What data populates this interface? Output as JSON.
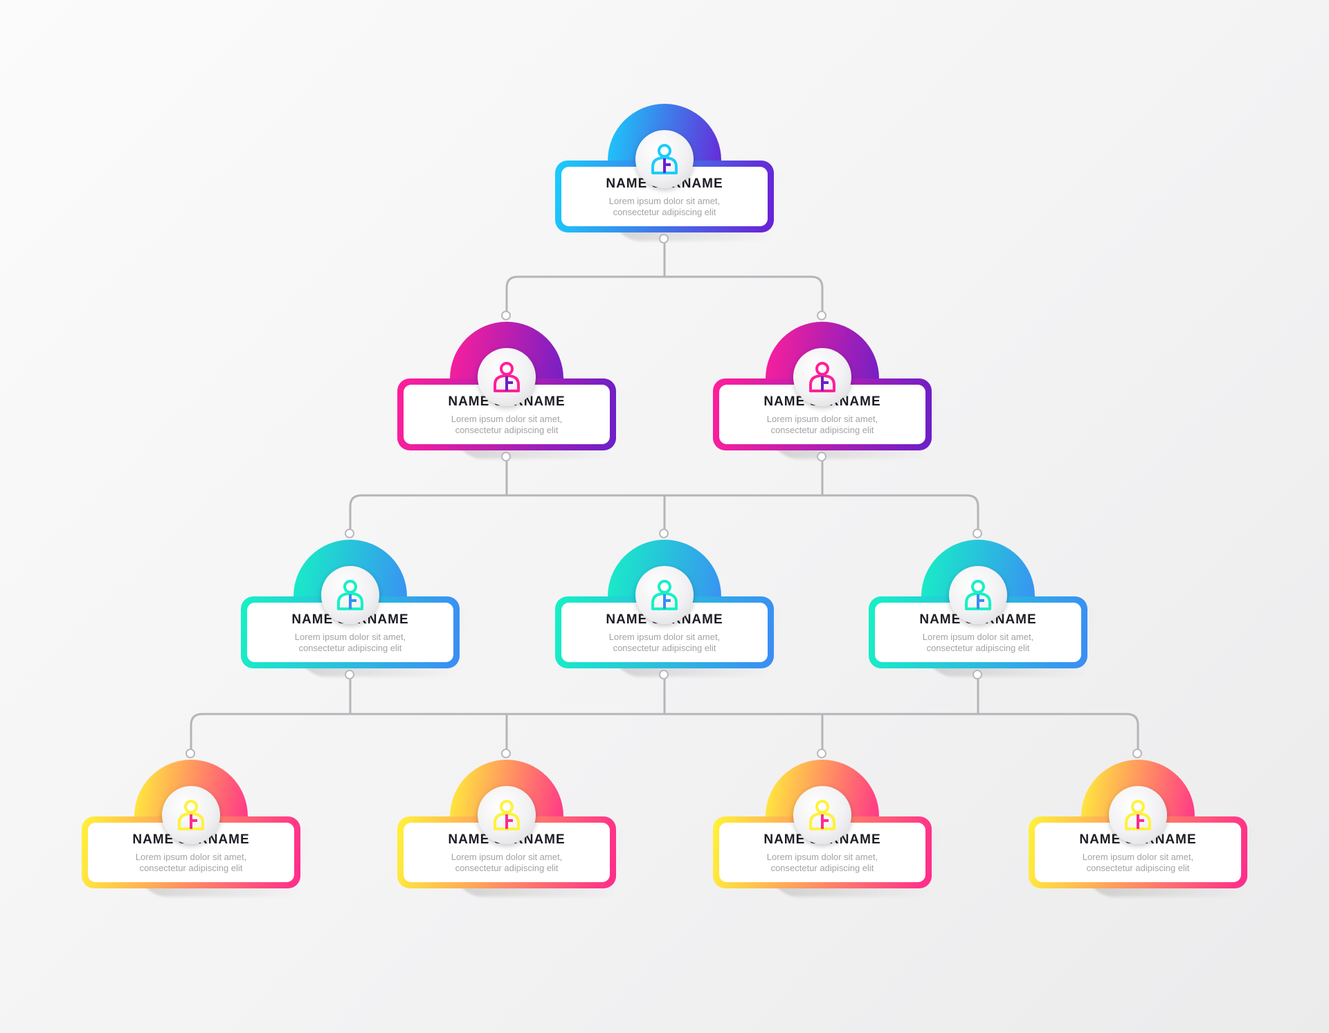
{
  "palettes": {
    "blue-violet": {
      "from": "#19cdfb",
      "to": "#6b1fd6"
    },
    "magenta-violet": {
      "from": "#ff1f9a",
      "to": "#6b1fc8"
    },
    "aqua-blue": {
      "from": "#17f0c5",
      "to": "#3b8cf5"
    },
    "yellow-pink": {
      "from": "#fff23a",
      "to": "#ff2a8c"
    }
  },
  "connector_color": "#b5b5b9",
  "levels": [
    {
      "palette": "blue-violet",
      "nodes": [
        {
          "name": "NAME SURNAME",
          "desc_line1": "Lorem ipsum dolor sit amet,",
          "desc_line2": "consectetur adipiscing elit",
          "icon": "person-icon"
        }
      ]
    },
    {
      "palette": "magenta-violet",
      "nodes": [
        {
          "name": "NAME SURNAME",
          "desc_line1": "Lorem ipsum dolor sit amet,",
          "desc_line2": "consectetur adipiscing elit",
          "icon": "person-icon"
        },
        {
          "name": "NAME SURNAME",
          "desc_line1": "Lorem ipsum dolor sit amet,",
          "desc_line2": "consectetur adipiscing elit",
          "icon": "person-icon"
        }
      ]
    },
    {
      "palette": "aqua-blue",
      "nodes": [
        {
          "name": "NAME SURNAME",
          "desc_line1": "Lorem ipsum dolor sit amet,",
          "desc_line2": "consectetur adipiscing elit",
          "icon": "person-icon"
        },
        {
          "name": "NAME SURNAME",
          "desc_line1": "Lorem ipsum dolor sit amet,",
          "desc_line2": "consectetur adipiscing elit",
          "icon": "person-icon"
        },
        {
          "name": "NAME SURNAME",
          "desc_line1": "Lorem ipsum dolor sit amet,",
          "desc_line2": "consectetur adipiscing elit",
          "icon": "person-icon"
        }
      ]
    },
    {
      "palette": "yellow-pink",
      "nodes": [
        {
          "name": "NAME SURNAME",
          "desc_line1": "Lorem ipsum dolor sit amet,",
          "desc_line2": "consectetur adipiscing elit",
          "icon": "person-icon"
        },
        {
          "name": "NAME SURNAME",
          "desc_line1": "Lorem ipsum dolor sit amet,",
          "desc_line2": "consectetur adipiscing elit",
          "icon": "person-icon"
        },
        {
          "name": "NAME SURNAME",
          "desc_line1": "Lorem ipsum dolor sit amet,",
          "desc_line2": "consectetur adipiscing elit",
          "icon": "person-icon"
        },
        {
          "name": "NAME SURNAME",
          "desc_line1": "Lorem ipsum dolor sit amet,",
          "desc_line2": "consectetur adipiscing elit",
          "icon": "person-icon"
        }
      ]
    }
  ]
}
